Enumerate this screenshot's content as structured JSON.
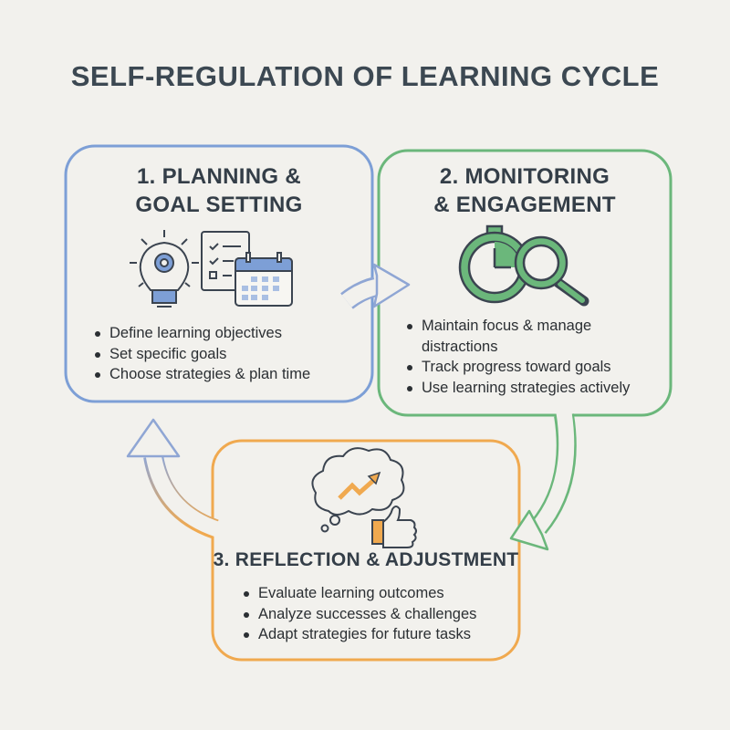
{
  "title": "SELF-REGULATION OF LEARNING CYCLE",
  "colors": {
    "planning": "#7d9fd6",
    "monitoring": "#6bb77b",
    "reflection": "#f0a94f",
    "text": "#343e48",
    "background": "#f2f1ed"
  },
  "stages": [
    {
      "heading_line1": "1. PLANNING &",
      "heading_line2": "GOAL SETTING",
      "icons": [
        "lightbulb-gear-icon",
        "checklist-icon",
        "calendar-icon"
      ],
      "bullets": [
        "Define learning objectives",
        "Set specific goals",
        "Choose strategies & plan time"
      ]
    },
    {
      "heading_line1": "2. MONITORING",
      "heading_line2": "& ENGAGEMENT",
      "icons": [
        "stopwatch-icon",
        "magnifying-glass-icon"
      ],
      "bullets": [
        "Maintain focus & manage",
        "distractions",
        "Track progress toward goals",
        "Use learning strategies actively"
      ]
    },
    {
      "heading_line1": "3. REFLECTION & ADJUSTMENT",
      "icons": [
        "thought-cloud-trend-icon",
        "thumbs-up-icon"
      ],
      "bullets": [
        "Evaluate learning outcomes",
        "Analyze successes & challenges",
        "Adapt strategies for future tasks"
      ]
    }
  ]
}
